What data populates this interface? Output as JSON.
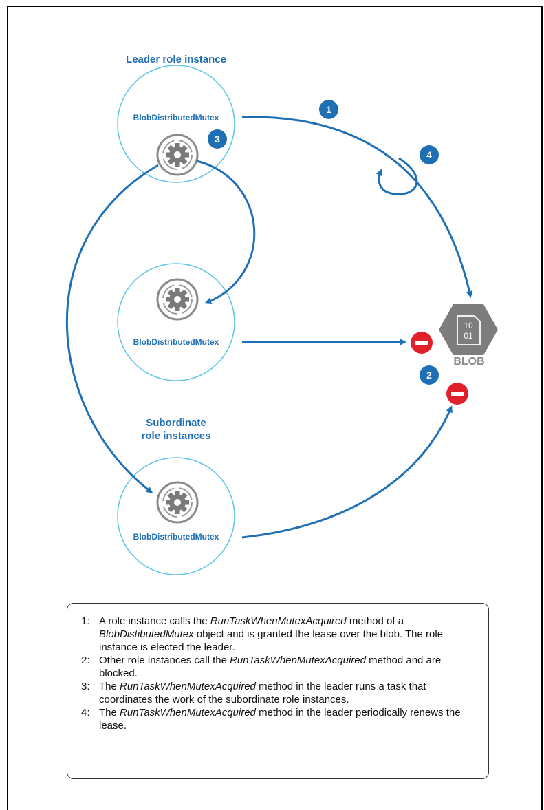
{
  "labels": {
    "leader": "Leader role instance",
    "subordinate_line1": "Subordinate",
    "subordinate_line2": "role instances"
  },
  "instances": [
    {
      "mutex": "BlobDistributedMutex"
    },
    {
      "mutex": "BlobDistributedMutex"
    },
    {
      "mutex": "BlobDistributedMutex"
    }
  ],
  "badges": [
    "1",
    "2",
    "3",
    "4"
  ],
  "blob": {
    "label": "BLOB",
    "glyph_top": "10",
    "glyph_bottom": "01"
  },
  "colors": {
    "accent": "#1f6fb5",
    "blocked": "#e0202a",
    "blob": "#8a8a8a"
  },
  "icons": [
    "gear-icon",
    "blob-icon",
    "blocked-icon"
  ],
  "notes": [
    {
      "num": "1:",
      "parts": [
        "A role instance calls the ",
        "RunTaskWhenMutexAcquired",
        " method of a ",
        "BlobDistibutedMutex",
        " object and is granted the lease over the blob. The role instance is elected the leader."
      ]
    },
    {
      "num": "2:",
      "parts": [
        "Other role instances call the ",
        "RunTaskWhenMutexAcquired",
        " method and are blocked."
      ]
    },
    {
      "num": "3:",
      "parts": [
        "The ",
        "RunTaskWhenMutexAcquired",
        " method in the leader runs a task that coordinates the work of the subordinate role instances."
      ]
    },
    {
      "num": "4:",
      "parts": [
        "The ",
        "RunTaskWhenMutexAcquired",
        " method in the leader periodically renews the lease."
      ]
    }
  ]
}
